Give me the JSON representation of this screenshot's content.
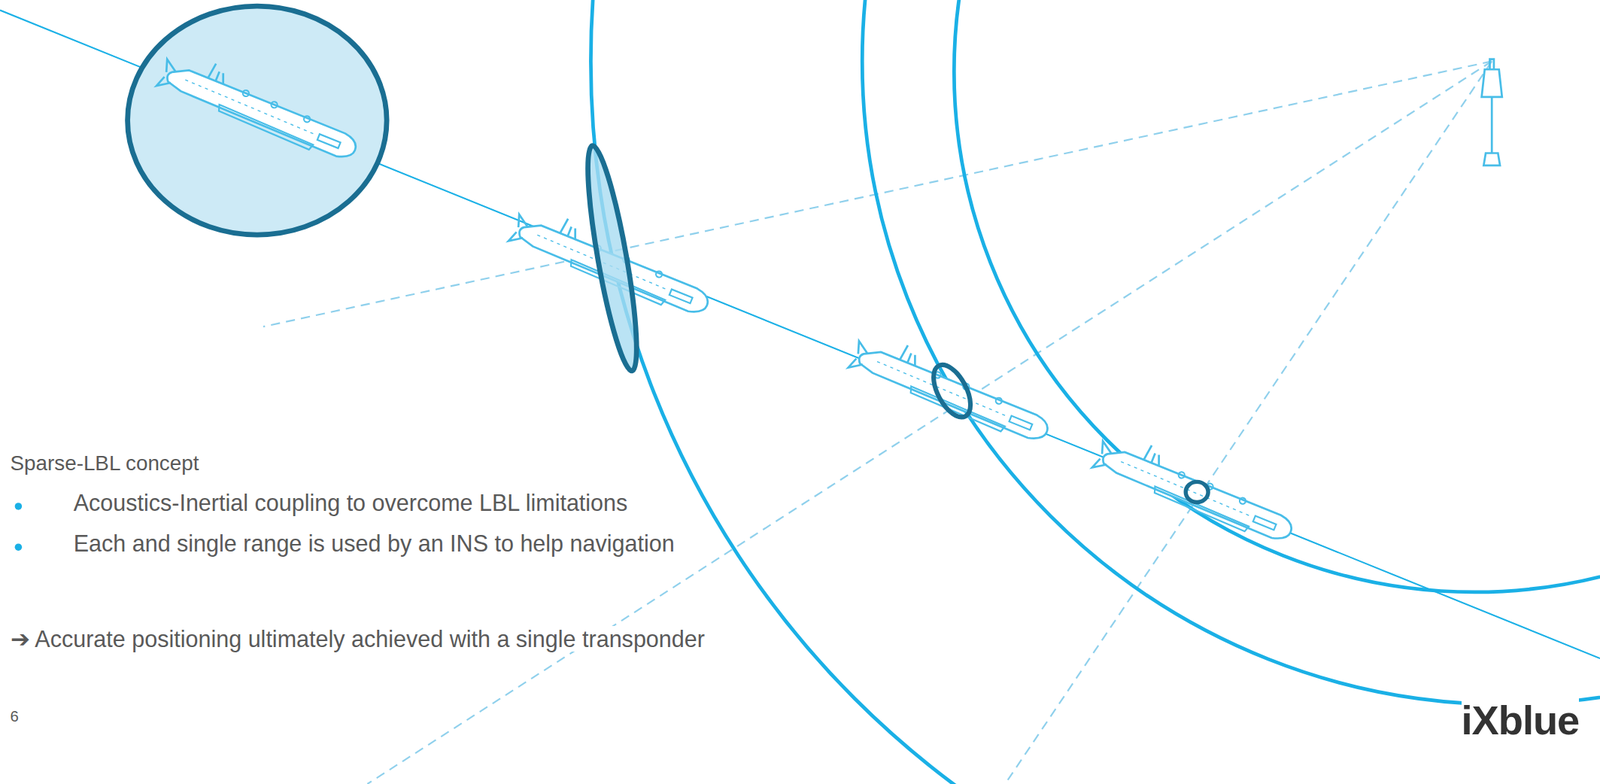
{
  "diagram": {
    "labels": [
      "Sparse-LBL concept",
      "Acoustics-Inertial coupling to overcome LBL limitations",
      "Each and single range is used by an INS to help navigation",
      "➔ Accurate positioning ultimately achieved with a single transponder",
      "6",
      "iXblue"
    ]
  }
}
